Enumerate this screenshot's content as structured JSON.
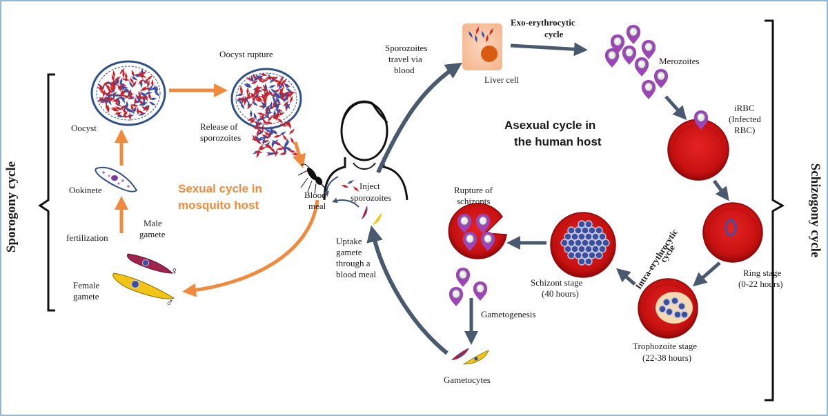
{
  "labels": {
    "sporogony_cycle": "Sporogony cycle",
    "schizogony_cycle": "Schizogony cycle",
    "oocyst": "Oocyst",
    "oocyst_rupture": "Oocyst rupture",
    "release_line1": "Release of",
    "release_line2": "sporozoites",
    "ookinete": "Ookinete",
    "fertilization": "fertilization",
    "male_gamete_line1": "Male",
    "male_gamete_line2": "gamete",
    "female_gamete_line1": "Female",
    "female_gamete_line2": "gamete",
    "sexual_cycle_line1": "Sexual cycle in",
    "sexual_cycle_line2": "mosquito host",
    "blood_meal_line1": "Blood",
    "blood_meal_line2": "meal",
    "inject_line1": "Inject",
    "inject_line2": "sporozoites",
    "uptake_line1": "Uptake",
    "uptake_line2": "gamete",
    "uptake_line3": "through a",
    "uptake_line4": "blood meal",
    "sporozoites_travel_line1": "Sporozoites",
    "sporozoites_travel_line2": "travel via",
    "sporozoites_travel_line3": "blood",
    "liver_cell": "Liver cell",
    "exo_line1": "Exo-erythrocytic",
    "exo_line2": "cycle",
    "merozoites": "Merozoites",
    "irbc_line1": "iRBC",
    "irbc_line2": "(Infected",
    "irbc_line3": "RBC)",
    "asexual_line1": "Asexual cycle in",
    "asexual_line2": "the human host",
    "intra_line1": "Intra-erythrocytic",
    "intra_line2": "cycle",
    "ring_line1": "Ring stage",
    "ring_line2": "(0-22 hours)",
    "tropho_line1": "Trophozoite stage",
    "tropho_line2": "(22-38 hours)",
    "schizont_line1": "Schizont stage",
    "schizont_line2": "(40 hours)",
    "rupture_line1": "Rupture of",
    "rupture_line2": "schizonts",
    "gametogenesis": "Gametogenesis",
    "gametocytes": "Gametocytes",
    "female_symbol": "♀",
    "male_symbol": "♂"
  },
  "colors": {
    "sexual_arrow": "#F08A3C",
    "asexual_arrow": "#4A5A6E",
    "rbc": "#D41414",
    "rbc_dark": "#9A0A0A",
    "merozoite": "#9B45B8",
    "sporozoite_red": "#D0202A",
    "sporozoite_blue": "#3A4FA8",
    "liver": "#F9C9A8",
    "liver_nucleus": "#D95B12",
    "female_gamete": "#F2C416",
    "male_gamete": "#A0234E",
    "frame": "#6AA0C8"
  }
}
